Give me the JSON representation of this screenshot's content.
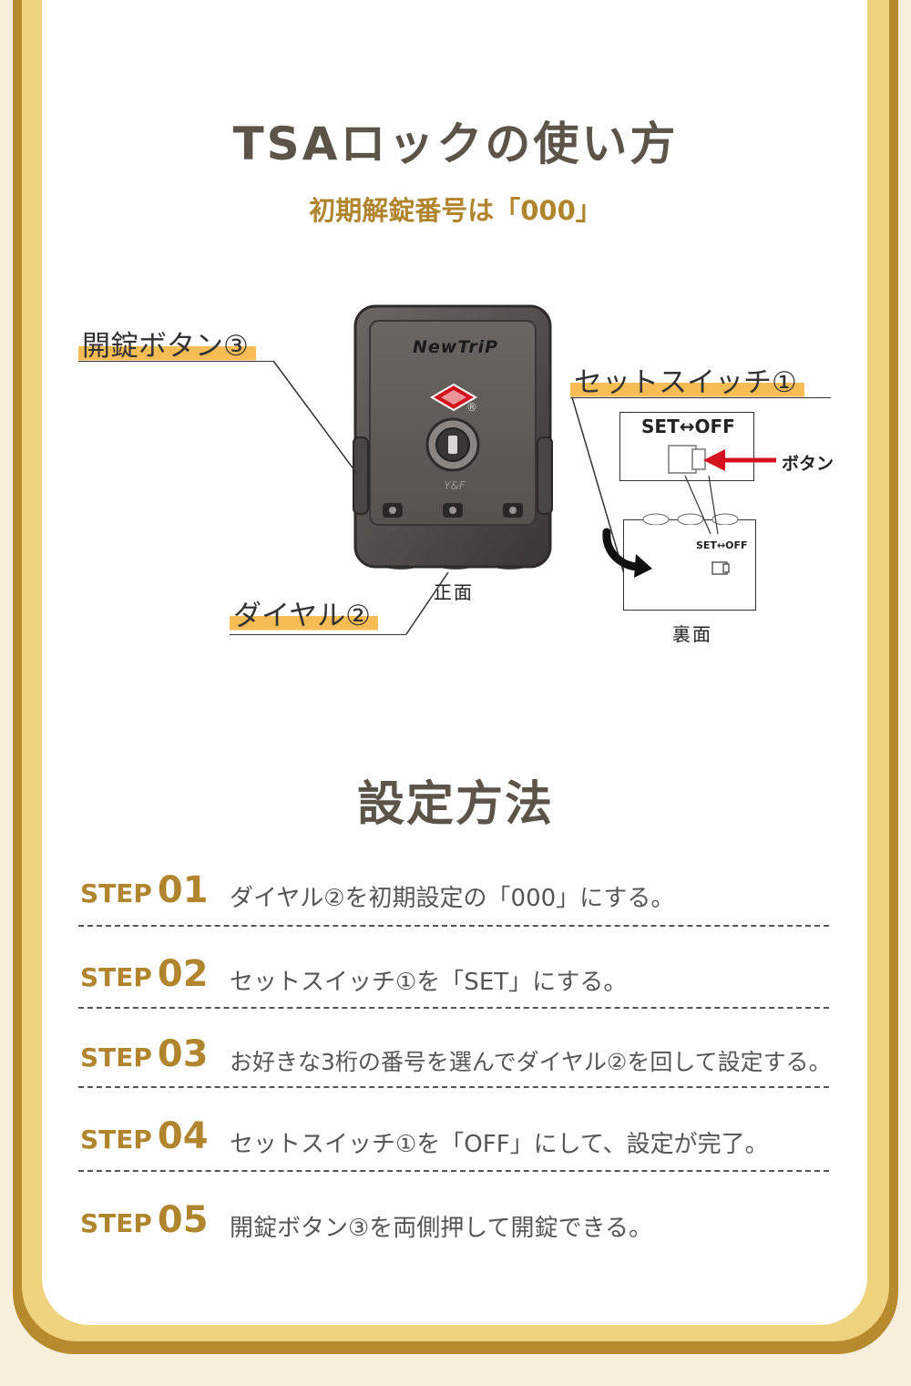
{
  "header": {
    "title": "TSAロックの使い方",
    "subtitle": "初期解錠番号は「000」"
  },
  "diagram": {
    "brand": "NewTriP",
    "lock_mark": "Y&F",
    "callouts": {
      "open_button": "開錠ボタン③",
      "set_switch": "セットスイッチ①",
      "dial": "ダイヤル②"
    },
    "front_caption": "正面",
    "back_caption": "裏面",
    "switch_label": "SET↔OFF",
    "switch_label_small": "SET↔OFF",
    "button_label": "ボタン",
    "registered": "®",
    "colors": {
      "accent": "#b0852d",
      "highlight": "#f7bd55",
      "arrow": "#d4121f"
    }
  },
  "section": {
    "title": "設定方法"
  },
  "steps": [
    {
      "word": "STEP",
      "num": "01",
      "text": "ダイヤル②を初期設定の「000」にする。"
    },
    {
      "word": "STEP",
      "num": "02",
      "text": "セットスイッチ①を「SET」にする。"
    },
    {
      "word": "STEP",
      "num": "03",
      "text": "お好きな3桁の番号を選んでダイヤル②を回して設定する。"
    },
    {
      "word": "STEP",
      "num": "04",
      "text": "セットスイッチ①を「OFF」にして、設定が完了。"
    },
    {
      "word": "STEP",
      "num": "05",
      "text": "開錠ボタン③を両側押して開錠できる。"
    }
  ]
}
